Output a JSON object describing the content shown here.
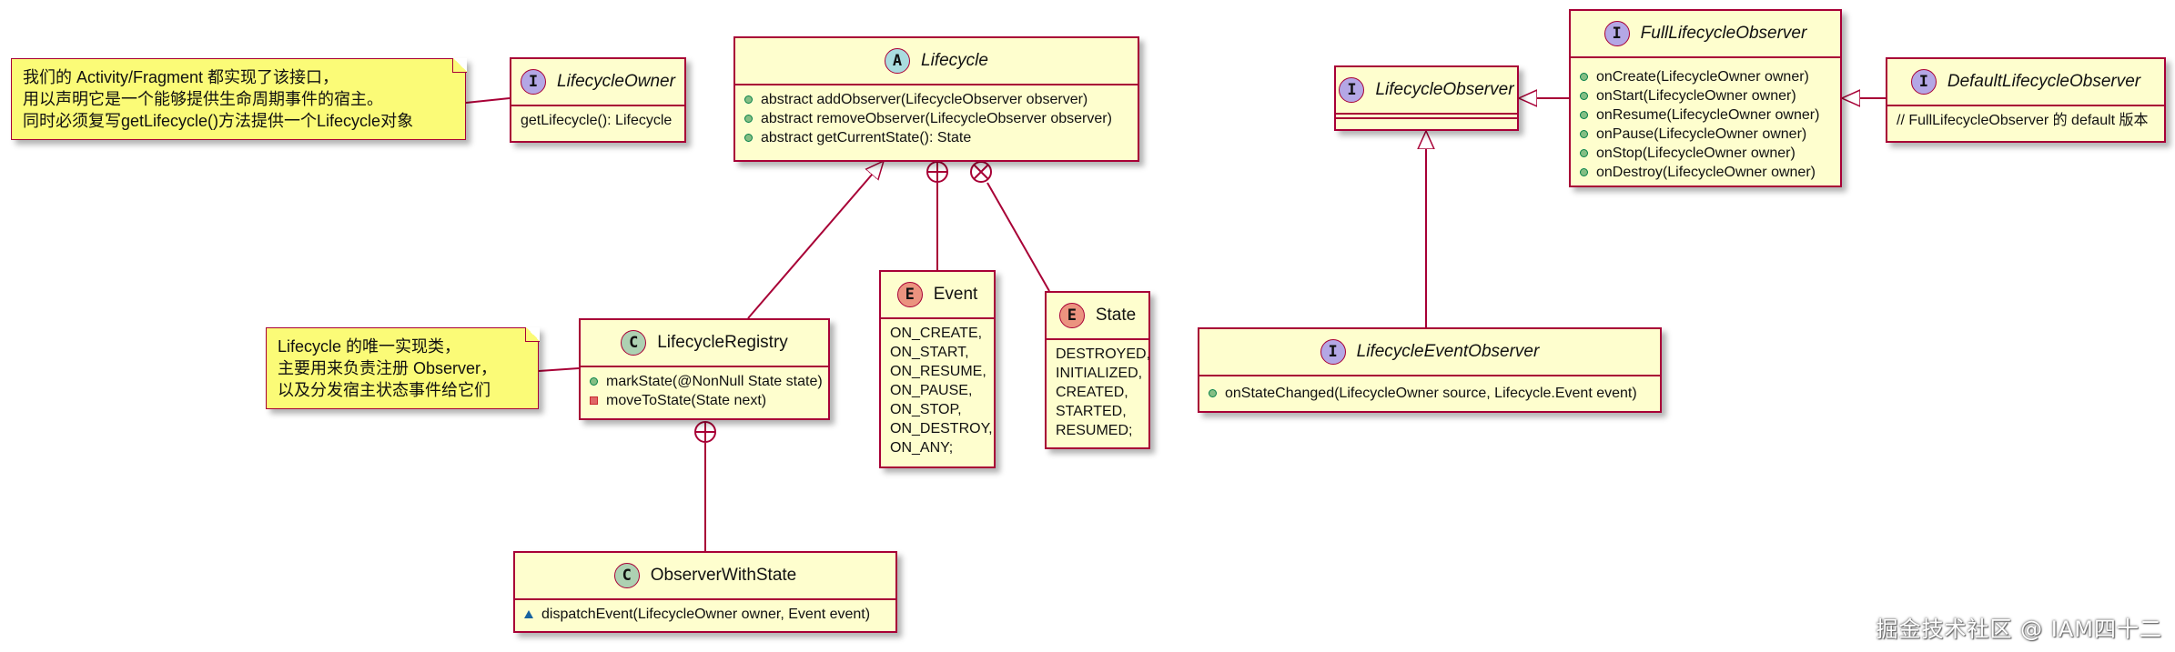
{
  "classes": {
    "lifecycle": {
      "stereo": "A",
      "name": "Lifecycle",
      "members": [
        "abstract addObserver(LifecycleObserver observer)",
        "abstract removeObserver(LifecycleObserver observer)",
        "abstract getCurrentState(): State"
      ]
    },
    "lifecycle_owner": {
      "stereo": "I",
      "name": "LifecycleOwner",
      "members": [
        "getLifecycle(): Lifecycle"
      ]
    },
    "lifecycle_registry": {
      "stereo": "C",
      "name": "LifecycleRegistry",
      "members": [
        "markState(@NonNull State state)",
        "moveToState(State next)"
      ]
    },
    "event": {
      "stereo": "E",
      "name": "Event",
      "values": [
        "ON_CREATE,",
        "ON_START,",
        "ON_RESUME,",
        "ON_PAUSE,",
        "ON_STOP,",
        "ON_DESTROY,",
        "ON_ANY;"
      ]
    },
    "state": {
      "stereo": "E",
      "name": "State",
      "values": [
        "DESTROYED,",
        "INITIALIZED,",
        "CREATED,",
        "STARTED,",
        "RESUMED;"
      ]
    },
    "observer_with_state": {
      "stereo": "C",
      "name": "ObserverWithState",
      "members": [
        "dispatchEvent(LifecycleOwner owner, Event event)"
      ]
    },
    "lifecycle_observer": {
      "stereo": "I",
      "name": "LifecycleObserver"
    },
    "full_lifecycle_observer": {
      "stereo": "I",
      "name": "FullLifecycleObserver",
      "members": [
        "onCreate(LifecycleOwner owner)",
        "onStart(LifecycleOwner owner)",
        "onResume(LifecycleOwner owner)",
        "onPause(LifecycleOwner owner)",
        "onStop(LifecycleOwner owner)",
        "onDestroy(LifecycleOwner owner)"
      ]
    },
    "default_lifecycle_observer": {
      "stereo": "I",
      "name": "DefaultLifecycleObserver",
      "members": [
        "// FullLifecycleObserver 的 default 版本"
      ]
    },
    "lifecycle_event_observer": {
      "stereo": "I",
      "name": "LifecycleEventObserver",
      "members": [
        "onStateChanged(LifecycleOwner source, Lifecycle.Event event)"
      ]
    }
  },
  "notes": {
    "owner_note": [
      "我们的 Activity/Fragment 都实现了该接口，",
      "用以声明它是一个能够提供生命周期事件的宿主。",
      "同时必须复写getLifecycle()方法提供一个Lifecycle对象"
    ],
    "registry_note": [
      "Lifecycle 的唯一实现类，",
      "主要用来负责注册 Observer，",
      "以及分发宿主状态事件给它们"
    ]
  },
  "colors": {
    "class_fill": "#fefece",
    "border": "#a80036",
    "note_fill": "#fbfb77",
    "abstract_icon": "#a9dcdf",
    "interface_icon": "#b4a7e5",
    "class_icon": "#add1b2",
    "enum_icon": "#eb937f",
    "public_dot": "#84be84",
    "private_square": "#e06666",
    "protected_triangle": "#1963a0"
  },
  "watermark": "掘金技术社区 @ IAM四十二"
}
